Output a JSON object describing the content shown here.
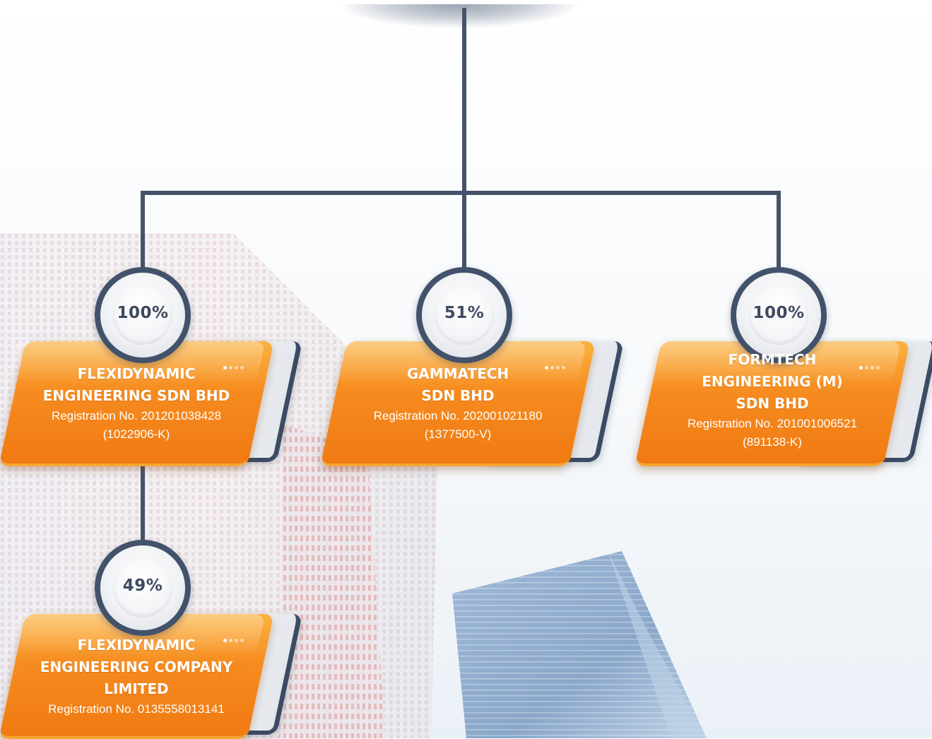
{
  "subsidiaries": [
    {
      "id": "flexidynamic-sdn-bhd",
      "percent": "100%",
      "name_lines": [
        "FLEXIDYNAMIC",
        "ENGINEERING SDN BHD"
      ],
      "registration": "Registration No. 201201038428",
      "registration_code": "(1022906-K)"
    },
    {
      "id": "gammatech",
      "percent": "51%",
      "name_lines": [
        "GAMMATECH",
        "SDN BHD"
      ],
      "registration": "Registration No. 202001021180",
      "registration_code": "(1377500-V)"
    },
    {
      "id": "formtech",
      "percent": "100%",
      "name_lines": [
        "FORMTECH",
        "ENGINEERING (M)",
        "SDN BHD"
      ],
      "registration": "Registration No. 201001006521",
      "registration_code": "(891138-K)"
    },
    {
      "id": "flexidynamic-company-limited",
      "percent": "49%",
      "name_lines": [
        "FLEXIDYNAMIC",
        "ENGINEERING COMPANY",
        "LIMITED"
      ],
      "registration": "Registration No. 0135558013141",
      "registration_code": ""
    }
  ],
  "colors": {
    "connector": "#45536a",
    "card_orange": "#f68b1f",
    "percent_text": "#3d4a5e"
  }
}
